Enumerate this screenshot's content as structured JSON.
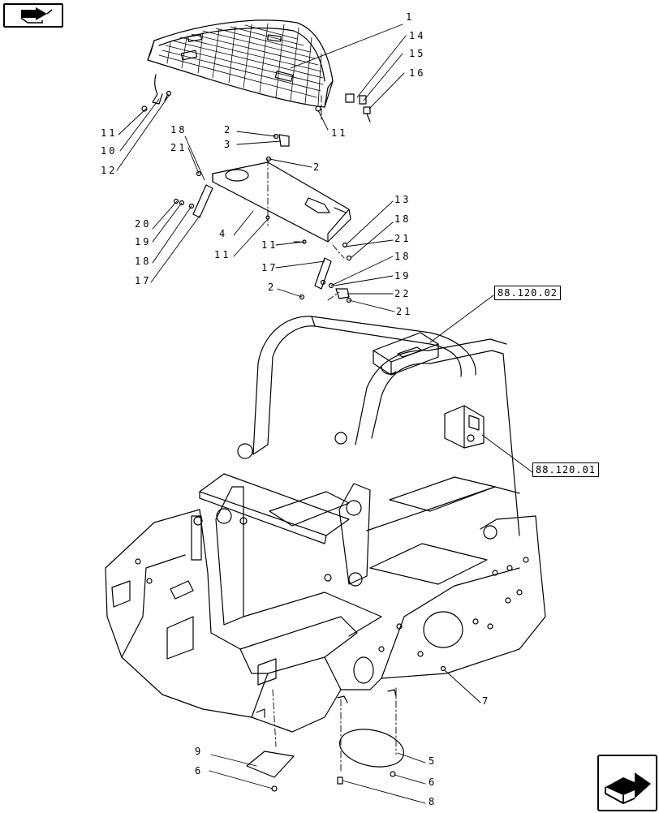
{
  "diagram": {
    "callouts": [
      {
        "id": "c1",
        "label": "1"
      },
      {
        "id": "c14",
        "label": "14"
      },
      {
        "id": "c15",
        "label": "15"
      },
      {
        "id": "c16",
        "label": "16"
      },
      {
        "id": "c11a",
        "label": "11"
      },
      {
        "id": "c10",
        "label": "10"
      },
      {
        "id": "c12",
        "label": "12"
      },
      {
        "id": "c11b",
        "label": "11"
      },
      {
        "id": "c2a",
        "label": "2"
      },
      {
        "id": "c3",
        "label": "3"
      },
      {
        "id": "c18a",
        "label": "18"
      },
      {
        "id": "c21a",
        "label": "21"
      },
      {
        "id": "c2b",
        "label": "2"
      },
      {
        "id": "c20",
        "label": "20"
      },
      {
        "id": "c19a",
        "label": "19"
      },
      {
        "id": "c18b",
        "label": "18"
      },
      {
        "id": "c17a",
        "label": "17"
      },
      {
        "id": "c4",
        "label": "4"
      },
      {
        "id": "c11c",
        "label": "11"
      },
      {
        "id": "c13",
        "label": "13"
      },
      {
        "id": "c18c",
        "label": "18"
      },
      {
        "id": "c21b",
        "label": "21"
      },
      {
        "id": "c11d",
        "label": "11"
      },
      {
        "id": "c17b",
        "label": "17"
      },
      {
        "id": "c18d",
        "label": "18"
      },
      {
        "id": "c19b",
        "label": "19"
      },
      {
        "id": "c2c",
        "label": "2"
      },
      {
        "id": "c22",
        "label": "22"
      },
      {
        "id": "c21c",
        "label": "21"
      },
      {
        "id": "c7",
        "label": "7"
      },
      {
        "id": "c9",
        "label": "9"
      },
      {
        "id": "c5",
        "label": "5"
      },
      {
        "id": "c6a",
        "label": "6"
      },
      {
        "id": "c6b",
        "label": "6"
      },
      {
        "id": "c8",
        "label": "8"
      }
    ],
    "references": [
      {
        "id": "ref1",
        "label": "88.120.02"
      },
      {
        "id": "ref2",
        "label": "88.120.01"
      }
    ]
  },
  "navigation": {
    "back_icon": "back-arrow-icon",
    "next_icon": "next-page-icon"
  }
}
